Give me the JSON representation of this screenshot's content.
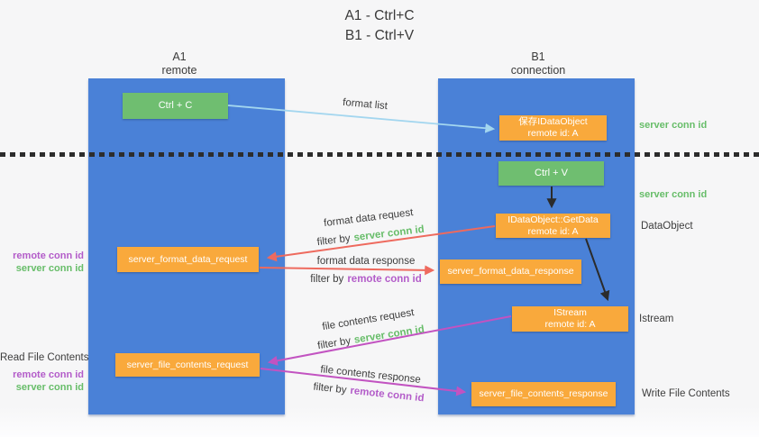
{
  "title": {
    "line1": "A1 - Ctrl+C",
    "line2": "B1 - Ctrl+V"
  },
  "columns": {
    "a": {
      "id": "A1",
      "subtitle": "remote"
    },
    "b": {
      "id": "B1",
      "subtitle": "connection"
    }
  },
  "boxes": {
    "ctrl_c": {
      "label": "Ctrl + C"
    },
    "save_idataobject": {
      "line1": "保存IDataObject",
      "line2": "remote id: A"
    },
    "ctrl_v": {
      "label": "Ctrl + V"
    },
    "getdata": {
      "line1": "IDataObject::GetData",
      "line2": "remote id: A"
    },
    "format_request": {
      "label": "server_format_data_request"
    },
    "format_response": {
      "label": "server_format_data_response"
    },
    "istream": {
      "line1": "IStream",
      "line2": "remote id: A"
    },
    "file_request": {
      "label": "server_file_contents_request"
    },
    "file_response": {
      "label": "server_file_contents_response"
    }
  },
  "arrow_labels": {
    "format_list": "format list",
    "format_data_request": "format data request",
    "format_data_response": "format data response",
    "file_contents_request": "file contents request",
    "file_contents_response": "file contents response",
    "filter_by": "filter by",
    "server_conn_id": "server conn id",
    "remote_conn_id": "remote conn id"
  },
  "side_right": {
    "server_conn_id_top": "server conn id",
    "server_conn_id_mid": "server conn id",
    "dataobject": "DataObject",
    "istream": "Istream",
    "write_file_contents": "Write File Contents"
  },
  "side_left": {
    "remote_conn_id_1": "remote conn id",
    "server_conn_id_1": "server conn id",
    "read_file_contents": "Read File Contents",
    "remote_conn_id_2": "remote conn id",
    "server_conn_id_2": "server conn id"
  },
  "colors": {
    "column_blue": "#4a81d7",
    "box_green": "#6fbe70",
    "box_orange": "#f9a93c",
    "arrow_blue": "#a3d6ef",
    "arrow_black": "#2b2b2b",
    "arrow_red": "#ee6a5e",
    "arrow_magenta": "#c253c1",
    "text_green": "#67bd69",
    "text_purple": "#b35cc9"
  }
}
